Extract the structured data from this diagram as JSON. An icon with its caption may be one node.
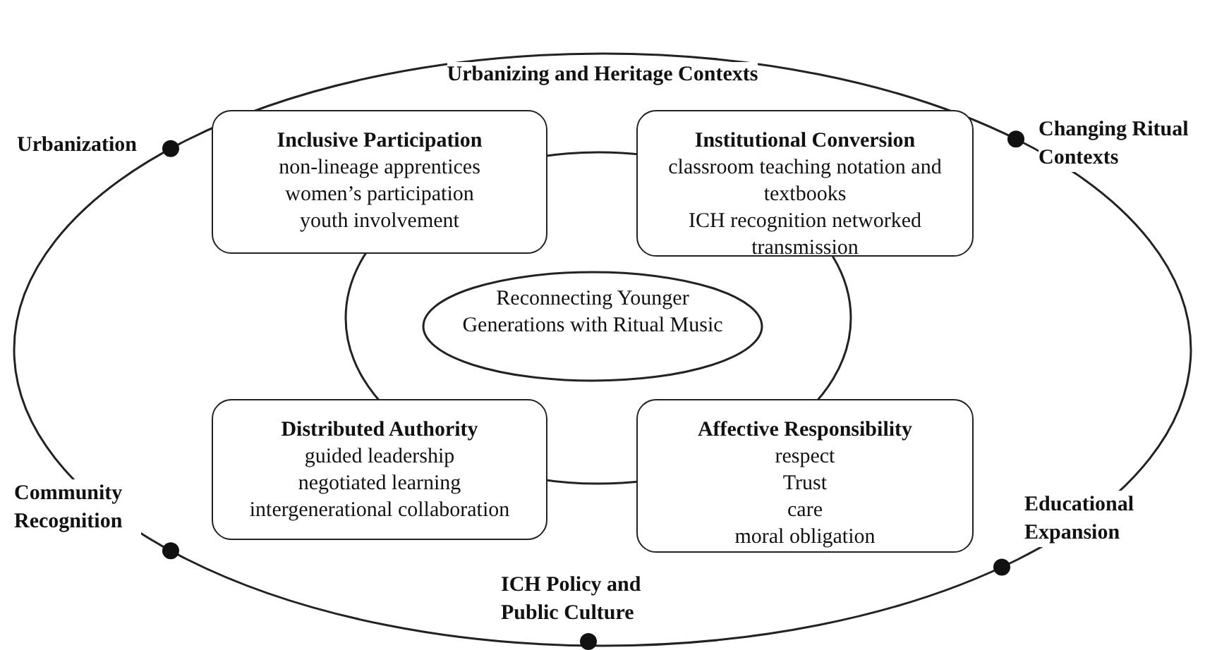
{
  "diagram": {
    "nodes": [
      {
        "text": [
          "Urbanizing and Heritage Contexts"
        ]
      },
      {
        "text": [],
        "shape": "circle",
        "in": 0
      },
      {
        "text": [
          "Reconnecting Younger Generations with Ritual Music"
        ],
        "in": 1
      },
      {
        "text": [
          "Inclusive Participation",
          "non-lineage apprentices",
          "women’s participation",
          "youth involvement"
        ],
        "in": 0
      },
      {
        "text": [
          "Institutional Conversion",
          "classroom teaching notation and textbooks",
          "ICH recognition networked transmission"
        ],
        "in": 0
      },
      {
        "text": [
          "Distributed Authority",
          "guided leadership",
          "negotiated learning",
          "intergenerational collaboration"
        ],
        "in": 0
      },
      {
        "text": [
          "Affective Responsibility",
          "respect",
          "Trust",
          "care",
          "moral obligation"
        ],
        "in": 0
      }
    ],
    "labels": [
      "Urbanization",
      "Changing Ritual Contexts",
      "Community Recognition",
      "Educational Expansion",
      "ICH Policy and Public Culture"
    ]
  }
}
